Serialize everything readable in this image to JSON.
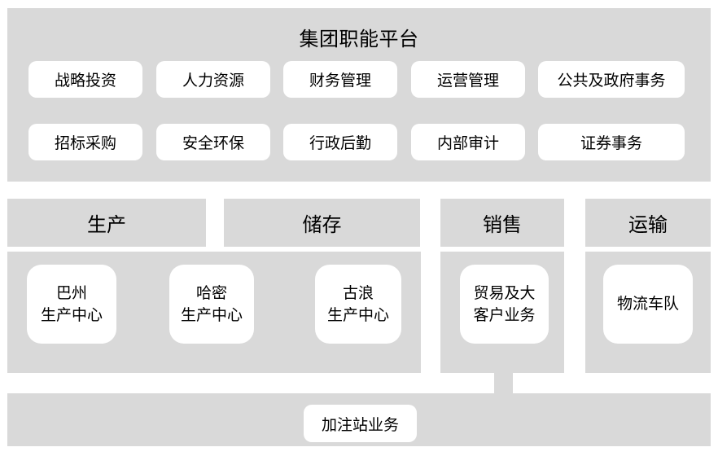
{
  "colors": {
    "panel_gray": "#d9d9d9",
    "card_white": "#ffffff",
    "text": "#000000"
  },
  "platform": {
    "title": "集团职能平台",
    "departments_row1": [
      {
        "label": "战略投资"
      },
      {
        "label": "人力资源"
      },
      {
        "label": "财务管理"
      },
      {
        "label": "运营管理"
      },
      {
        "label": "公共及政府事务"
      }
    ],
    "departments_row2": [
      {
        "label": "招标采购"
      },
      {
        "label": "安全环保"
      },
      {
        "label": "行政后勤"
      },
      {
        "label": "内部审计"
      },
      {
        "label": "证券事务"
      }
    ]
  },
  "chain": {
    "headers": [
      {
        "label": "生产"
      },
      {
        "label": "储存"
      },
      {
        "label": "销售"
      },
      {
        "label": "运输"
      }
    ],
    "cards": [
      {
        "line1": "巴州",
        "line2": "生产中心"
      },
      {
        "line1": "哈密",
        "line2": "生产中心"
      },
      {
        "line1": "古浪",
        "line2": "生产中心"
      },
      {
        "line1": "贸易及大",
        "line2": "客户业务"
      },
      {
        "line1": "物流车队"
      }
    ]
  },
  "bottom": {
    "card_label": "加注站业务"
  }
}
